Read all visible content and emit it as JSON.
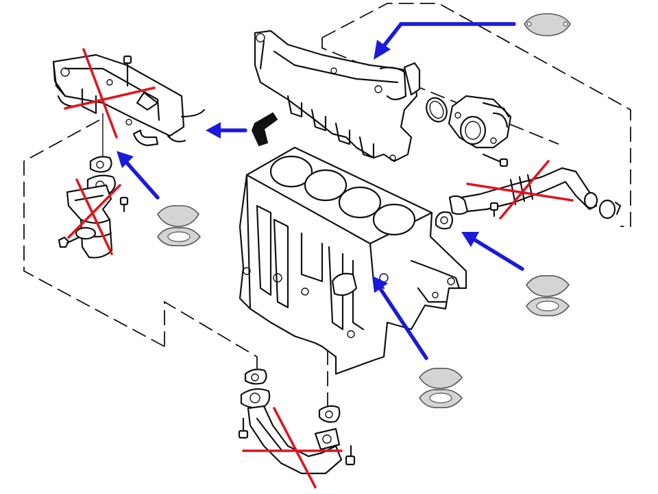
{
  "colors": {
    "line_art": "#111111",
    "background": "#ffffff",
    "removed_mark": "#e0141e",
    "arrow": "#1a1adc",
    "blanking_plate": "#d4d4d4",
    "blanking_plate_outline": "#555555"
  },
  "diagram": {
    "components": [
      {
        "id": "egr-cooler",
        "status": "removed"
      },
      {
        "id": "egr-lower-pipe",
        "status": "removed"
      },
      {
        "id": "egr-right-pipe",
        "status": "removed"
      },
      {
        "id": "egr-bottom-pipe",
        "status": "removed"
      },
      {
        "id": "intake-manifold",
        "status": "kept"
      },
      {
        "id": "throttle-body",
        "status": "kept"
      },
      {
        "id": "engine-block",
        "status": "kept"
      },
      {
        "id": "hose-elbow",
        "status": "kept"
      }
    ],
    "blanking_plates": [
      {
        "id": "plate-top-right",
        "target": "intake-manifold"
      },
      {
        "id": "plate-left",
        "target": "egr-cooler"
      },
      {
        "id": "plate-right",
        "target": "egr-right-pipe"
      },
      {
        "id": "plate-bottom",
        "target": "engine-block"
      }
    ]
  }
}
